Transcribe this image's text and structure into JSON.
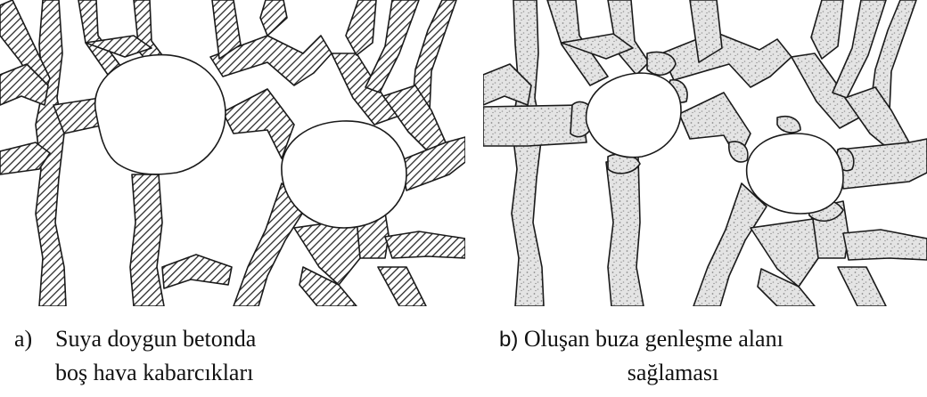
{
  "panel_a": {
    "marker": "a)",
    "caption_line1": "Suya doygun betonda",
    "caption_line2": "boş hava kabarcıkları"
  },
  "panel_b": {
    "marker": "b)",
    "caption_line1": "Oluşan buza genleşme alanı",
    "caption_line2": "sağlaması"
  },
  "colors": {
    "hatch_stroke": "#2a2a2a",
    "stipple_fill": "#d9d9d9",
    "outline": "#1a1a1a",
    "void": "#ffffff"
  }
}
